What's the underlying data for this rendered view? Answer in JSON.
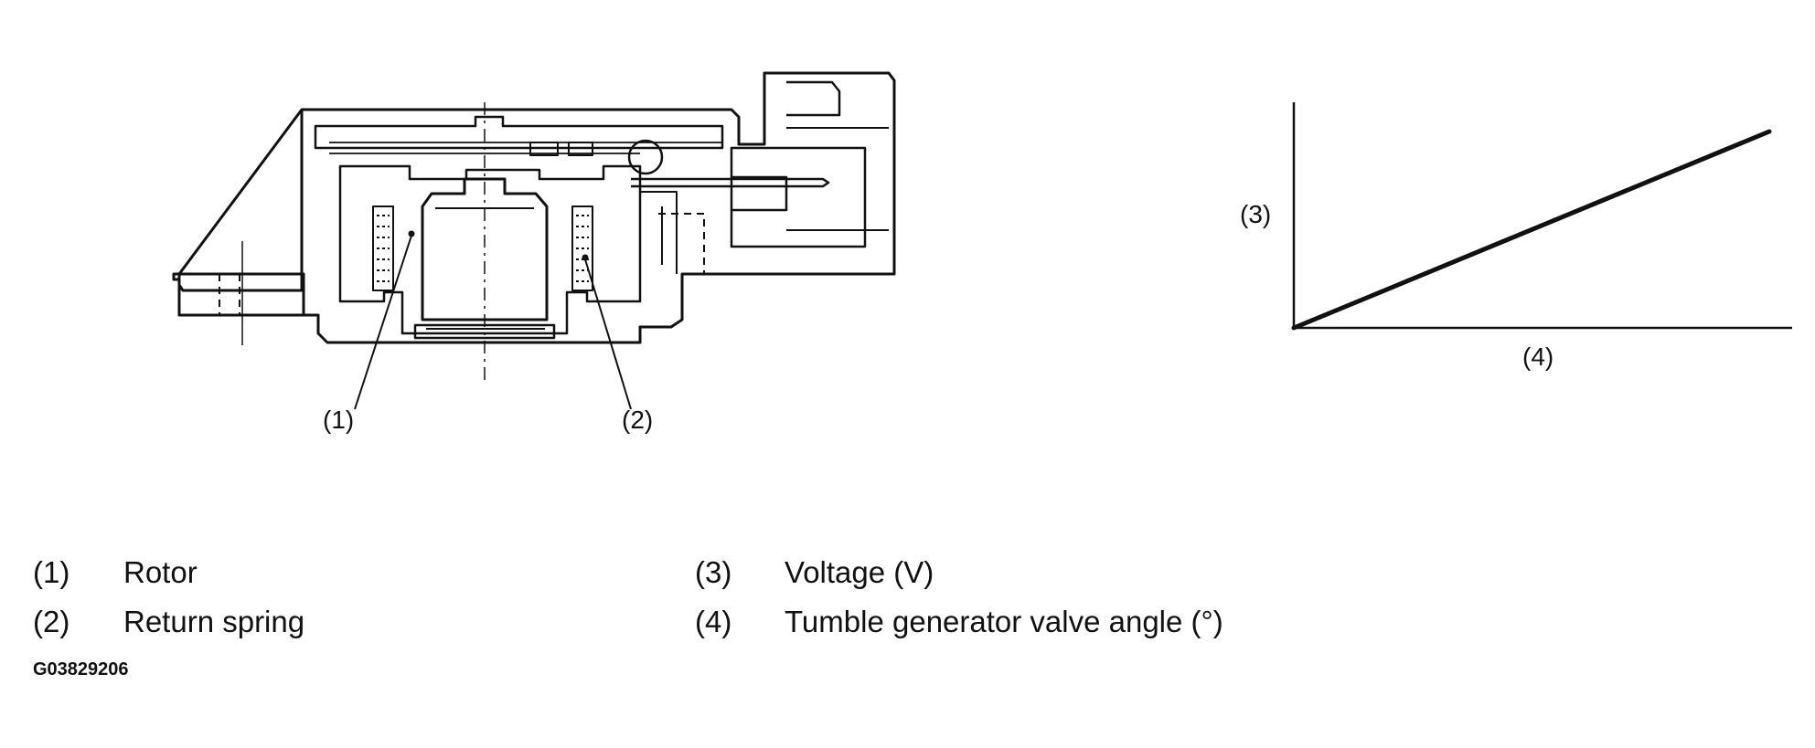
{
  "diagram": {
    "callouts": {
      "rotor": "(1)",
      "return_spring": "(2)",
      "voltage": "(3)",
      "valve_angle": "(4)"
    },
    "chart_data": {
      "type": "line",
      "x_label": "(4)",
      "y_label": "(3)",
      "series": [
        {
          "x": [
            0,
            1
          ],
          "y": [
            0,
            1
          ]
        }
      ]
    }
  },
  "legend": {
    "items": [
      {
        "num": "(1)",
        "label": "Rotor"
      },
      {
        "num": "(2)",
        "label": "Return spring"
      },
      {
        "num": "(3)",
        "label": "Voltage (V)"
      },
      {
        "num": "(4)",
        "label": "Tumble generator valve angle (°)"
      }
    ]
  },
  "figure_id": "G03829206"
}
